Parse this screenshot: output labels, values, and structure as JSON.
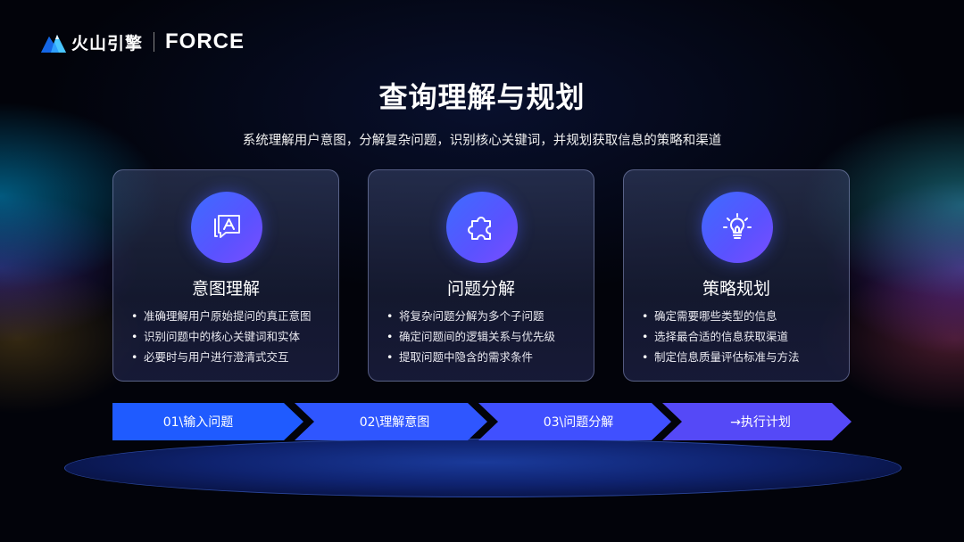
{
  "brand": {
    "cn": "火山引擎",
    "en": "FORCE"
  },
  "title": "查询理解与规划",
  "subtitle": "系统理解用户意图，分解复杂问题，识别核心关键词，并规划获取信息的策略和渠道",
  "cards": [
    {
      "icon": "text-chat-icon",
      "title": "意图理解",
      "items": [
        "准确理解用户原始提问的真正意图",
        "识别问题中的核心关键词和实体",
        "必要时与用户进行澄清式交互"
      ]
    },
    {
      "icon": "puzzle-icon",
      "title": "问题分解",
      "items": [
        "将复杂问题分解为多个子问题",
        "确定问题间的逻辑关系与优先级",
        "提取问题中隐含的需求条件"
      ]
    },
    {
      "icon": "lightbulb-icon",
      "title": "策略规划",
      "items": [
        "确定需要哪些类型的信息",
        "选择最合适的信息获取渠道",
        "制定信息质量评估标准与方法"
      ]
    }
  ],
  "steps": [
    "01\\输入问题",
    "02\\理解意图",
    "03\\问题分解",
    "→执行计划"
  ],
  "colors": {
    "accent": "#3d6cff",
    "step1": "#1f5bff",
    "step4": "#5549f7"
  }
}
